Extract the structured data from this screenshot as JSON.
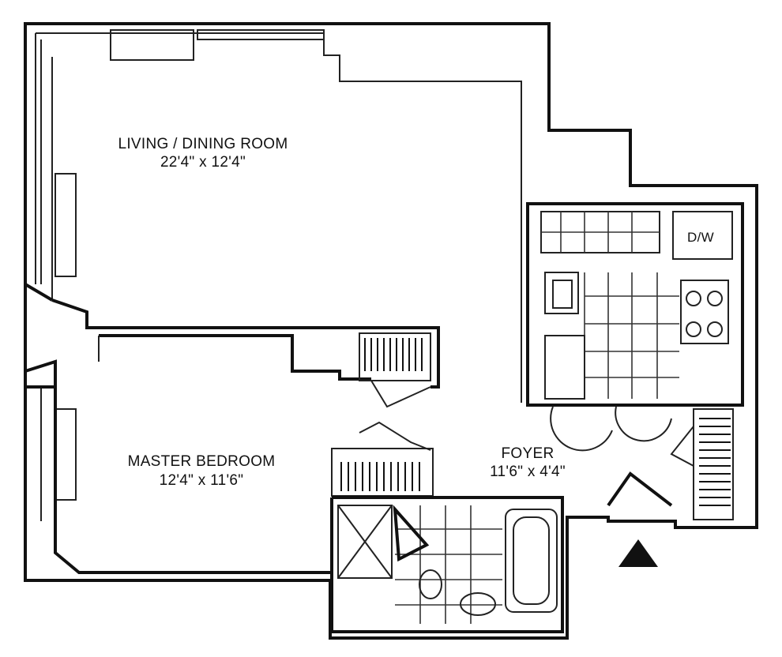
{
  "rooms": {
    "living": {
      "name": "LIVING / DINING ROOM",
      "dims": "22'4\" x 12'4\""
    },
    "bedroom": {
      "name": "MASTER BEDROOM",
      "dims": "12'4\" x 11'6\""
    },
    "foyer": {
      "name": "FOYER",
      "dims": "11'6\" x 4'4\""
    }
  },
  "appliances": {
    "dishwasher": "D/W"
  },
  "colors": {
    "ink": "#111111",
    "paper": "#ffffff"
  },
  "icons": {
    "entrance": "north-arrow-icon"
  }
}
